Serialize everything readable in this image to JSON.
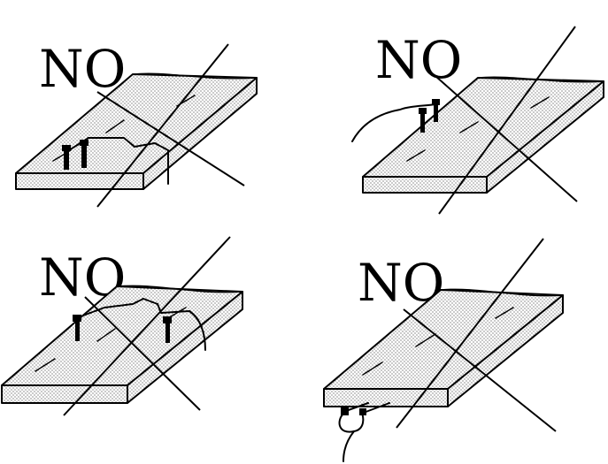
{
  "panels": [
    {
      "id": "top-left",
      "label": "NO"
    },
    {
      "id": "top-right",
      "label": "NO"
    },
    {
      "id": "bottom-left",
      "label": "NO"
    },
    {
      "id": "bottom-right",
      "label": "NO"
    }
  ],
  "colors": {
    "ink": "#000000",
    "background": "#ffffff"
  }
}
